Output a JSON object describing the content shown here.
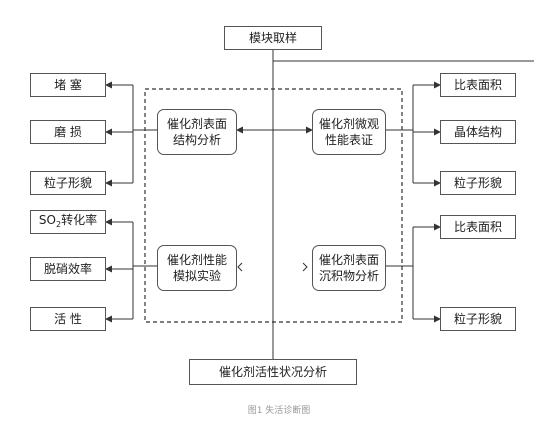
{
  "top": "模块取样",
  "bottom": "催化剂活性状况分析",
  "center": {
    "tl": "催化剂表面\n结构分析",
    "tr": "催化剂微观\n性能表证",
    "bl": "催化剂性能\n模拟实验",
    "br": "催化剂表面\n沉积物分析"
  },
  "left_outputs": {
    "group1": [
      "堵 塞",
      "磨 损",
      "粒子形貌"
    ],
    "so2_main": "SO",
    "so2_sub": "2",
    "so2_rest": "转化率",
    "denox": "脱硝效率",
    "activity": "活 性"
  },
  "right_outputs": {
    "group1": [
      "比表面积",
      "晶体结构",
      "粒子形貌"
    ],
    "group2": [
      "比表面积",
      "粒子形貌"
    ]
  },
  "caption": "图1 失活诊断图"
}
